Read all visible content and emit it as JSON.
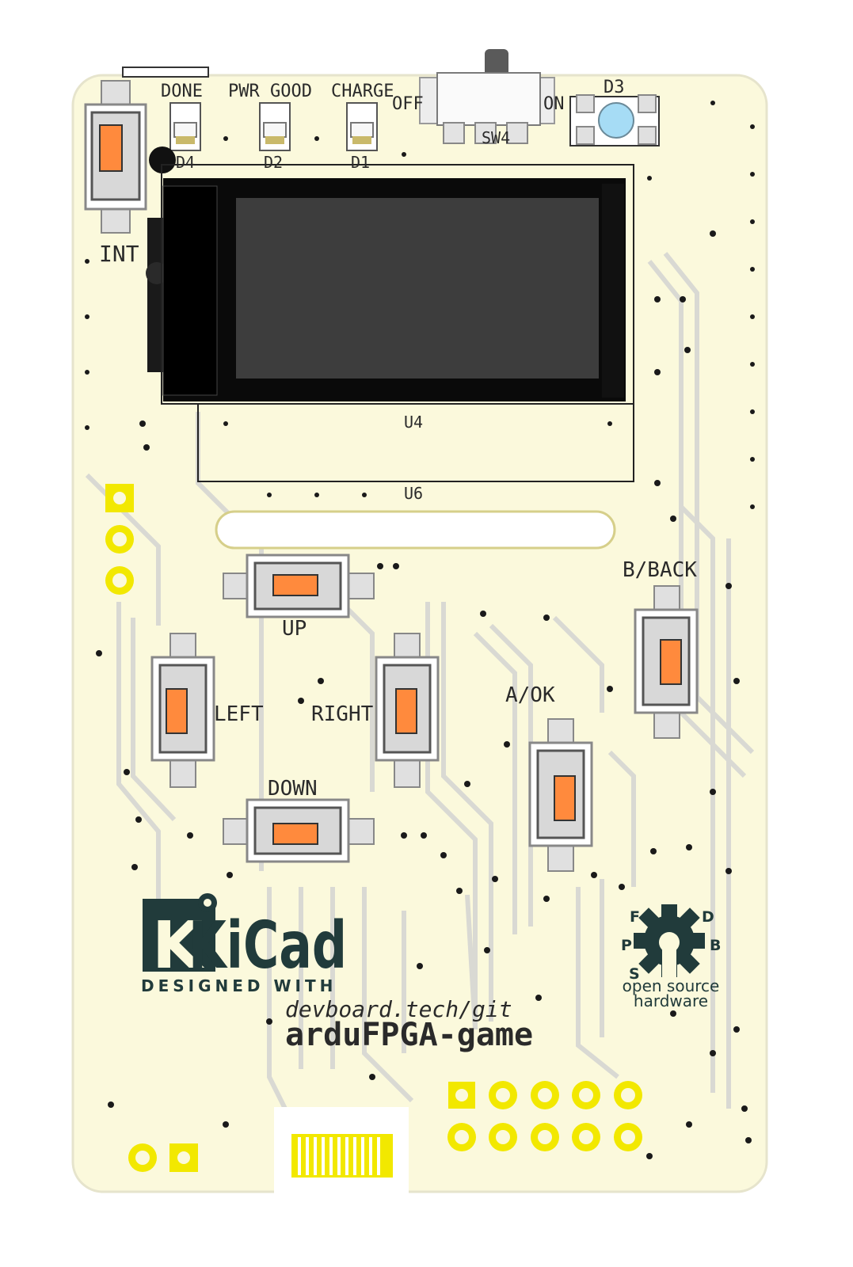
{
  "board": {
    "project_name": "arduFPGA-game",
    "repo_url_text": "devboard.tech/git",
    "colors": {
      "substrate": "#fbf9dc",
      "trace": "#d9d9d3",
      "copper": "#f2e800",
      "button_cap": "#ff8a3d",
      "led_d3": "#a6dcf5",
      "logo": "#213b3b"
    }
  },
  "labels": {
    "done": "DONE",
    "pwr_good": "PWR GOOD",
    "charge": "CHARGE",
    "off": "OFF",
    "on": "ON",
    "d3": "D3",
    "sw4": "SW4",
    "d4": "D4",
    "d2": "D2",
    "d1": "D1",
    "int": "INT",
    "u4": "U4",
    "u6": "U6",
    "up": "UP",
    "b_back": "B/BACK",
    "left": "LEFT",
    "right": "RIGHT",
    "a_ok": "A/OK",
    "down": "DOWN"
  },
  "kicad": {
    "wordmark": "KiCad",
    "tagline": "DESIGNED WITH"
  },
  "oshw": {
    "letter_f": "F",
    "letter_d": "D",
    "letter_p": "P",
    "letter_b": "B",
    "letter_s": "S",
    "line1": "open source",
    "line2": "hardware"
  }
}
